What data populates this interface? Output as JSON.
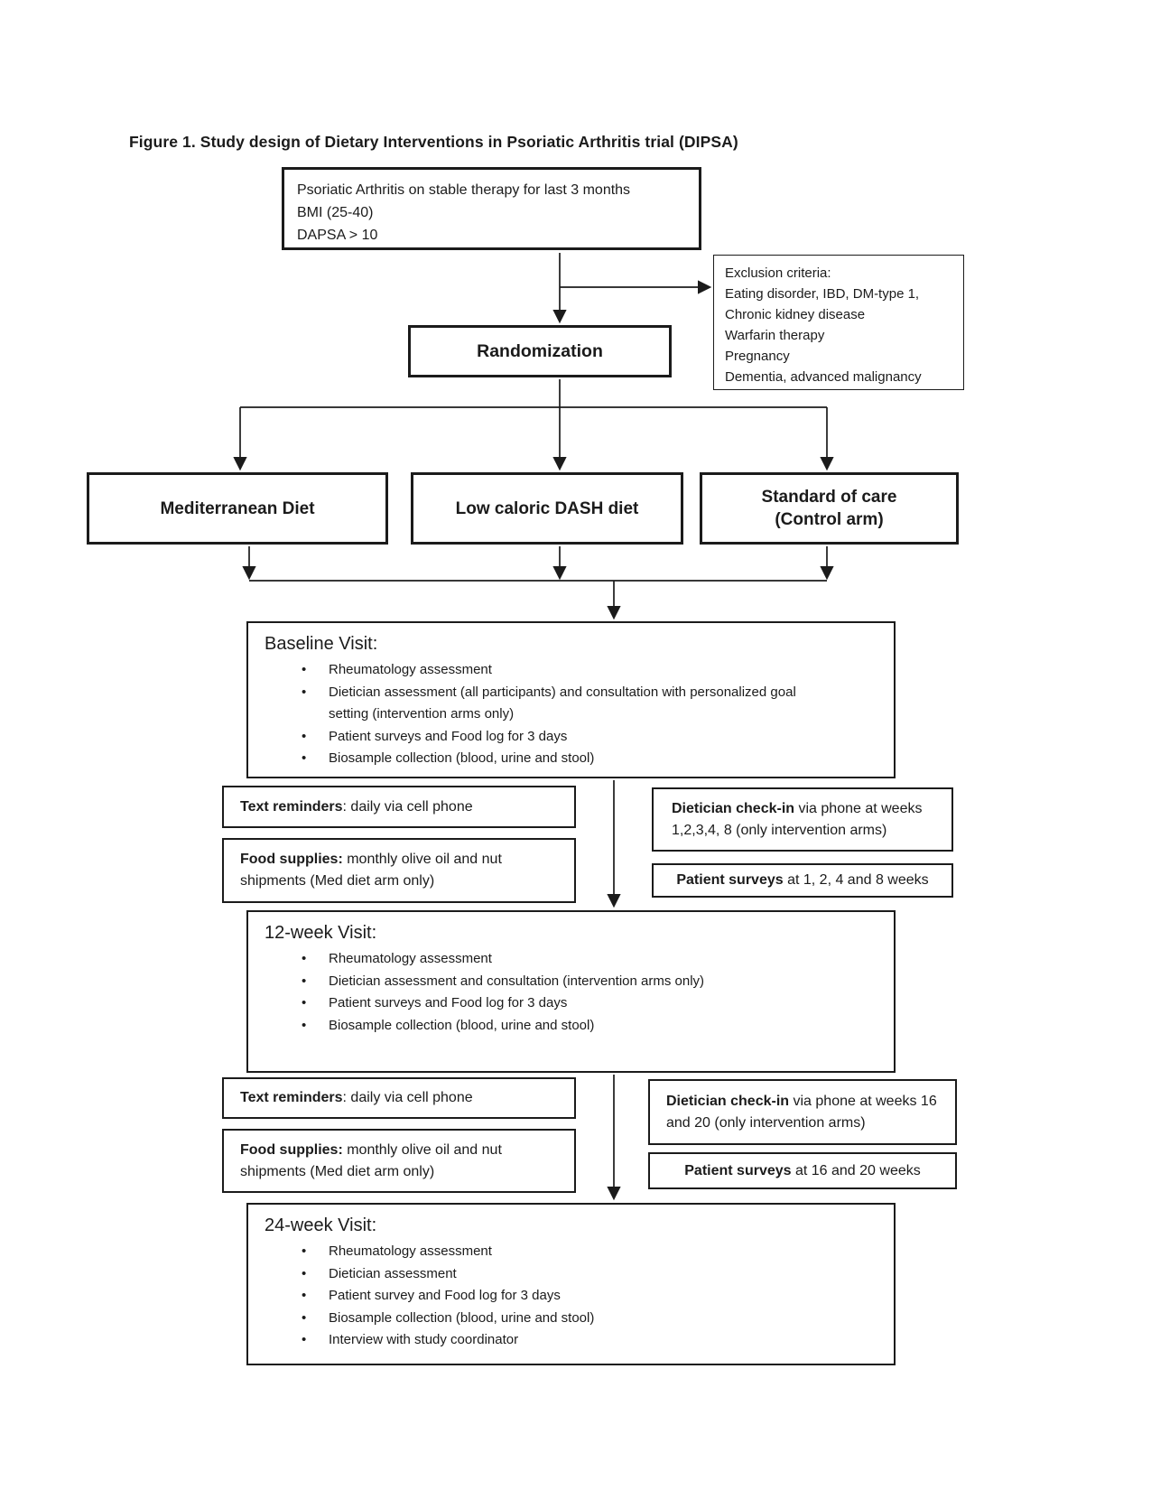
{
  "colors": {
    "ink": "#1b1b1b",
    "background": "#ffffff"
  },
  "figure_title": "Figure 1. Study design of Dietary Interventions in Psoriatic Arthritis trial (DIPSA)",
  "eligibility": {
    "line1": "Psoriatic Arthritis on stable therapy for last 3 months",
    "line2": "BMI (25-40)",
    "line3": "DAPSA > 10"
  },
  "exclusion": {
    "title": "Exclusion criteria:",
    "line1": "Eating disorder, IBD, DM-type 1,",
    "line2": "Chronic kidney disease",
    "line3": "Warfarin therapy",
    "line4": "Pregnancy",
    "line5": "Dementia, advanced malignancy"
  },
  "randomization_label": "Randomization",
  "arms": {
    "med": "Mediterranean Diet",
    "dash": "Low caloric DASH diet",
    "soc_line1": "Standard of care",
    "soc_line2": "(Control arm)"
  },
  "baseline_visit": {
    "title": "Baseline Visit:",
    "bullet1": "Rheumatology assessment",
    "bullet2": "Dietician assessment (all participants) and consultation with personalized goal setting (intervention arms only)",
    "bullet3": "Patient surveys and Food log for 3 days",
    "bullet4": "Biosample collection (blood, urine and stool)"
  },
  "period1": {
    "text_reminders_bold": "Text reminders",
    "text_reminders_rest": ": daily via cell phone",
    "food_supplies_bold": "Food supplies:",
    "food_supplies_rest": " monthly olive oil and nut shipments (Med diet arm only)",
    "dietician_bold": "Dietician check-in",
    "dietician_rest": " via phone at weeks 1,2,3,4, 8 (only intervention arms)",
    "surveys_bold": "Patient surveys",
    "surveys_rest": " at 1, 2, 4 and 8 weeks"
  },
  "week12_visit": {
    "title": "12-week Visit:",
    "bullet1": "Rheumatology assessment",
    "bullet2": "Dietician assessment and consultation (intervention arms only)",
    "bullet3": "Patient surveys and Food log for 3 days",
    "bullet4": "Biosample collection (blood, urine and stool)"
  },
  "period2": {
    "text_reminders_bold": "Text reminders",
    "text_reminders_rest": ": daily via cell phone",
    "food_supplies_bold": "Food supplies:",
    "food_supplies_rest": " monthly olive oil and nut shipments (Med diet arm only)",
    "dietician_bold": "Dietician check-in",
    "dietician_rest": " via phone at weeks 16 and 20 (only intervention arms)",
    "surveys_bold": "Patient surveys",
    "surveys_rest": " at 16 and 20 weeks"
  },
  "week24_visit": {
    "title": "24-week Visit:",
    "bullet1": "Rheumatology assessment",
    "bullet2": "Dietician assessment",
    "bullet3": "Patient survey and Food log for 3 days",
    "bullet4": "Biosample collection (blood, urine and stool)",
    "bullet5": "Interview with study coordinator"
  }
}
